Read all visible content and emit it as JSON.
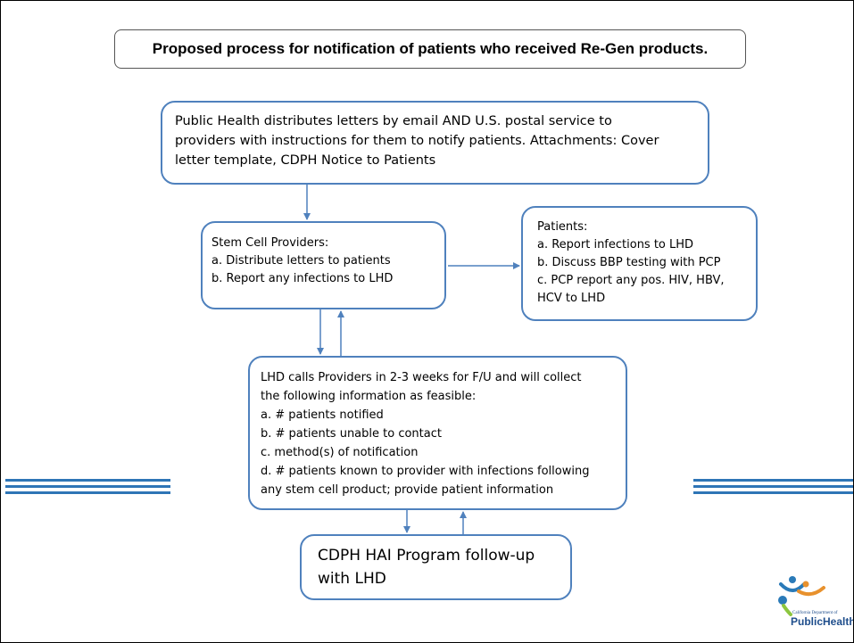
{
  "title": "Proposed process for notification of patients who received Re-Gen products.",
  "nodes": {
    "public_health": {
      "lines": [
        "Public Health distributes letters by email AND U.S. postal service to",
        "providers with instructions for them to notify patients. Attachments: Cover",
        "letter template, CDPH Notice to Patients"
      ]
    },
    "providers": {
      "lines": [
        "Stem Cell Providers:",
        "a. Distribute letters to patients",
        "b. Report any infections to LHD"
      ]
    },
    "patients": {
      "lines": [
        "Patients:",
        "a. Report infections to LHD",
        "b. Discuss BBP testing with PCP",
        "c. PCP report any pos. HIV, HBV,",
        "HCV to LHD"
      ]
    },
    "lhd": {
      "lines": [
        "LHD calls Providers in 2-3 weeks for F/U and will collect",
        "the following information as feasible:",
        "a. #  patients notified",
        "b. # patients unable to contact",
        "c. method(s) of notification",
        "d. # patients known to provider with infections following",
        "any stem cell product; provide patient information"
      ]
    },
    "cdph": {
      "lines": [
        "CDPH HAI Program follow-up",
        "with LHD"
      ]
    }
  },
  "logo": {
    "text_small": "California Department of",
    "text_big": "PublicHealth"
  },
  "colors": {
    "node_border": "#4f81bd",
    "connector": "#4f81bd",
    "decorative_lines": "#2e75b6",
    "title_border": "#555555"
  }
}
